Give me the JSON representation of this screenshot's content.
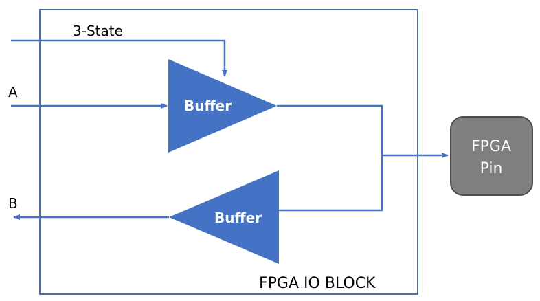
{
  "diagram": {
    "signals": {
      "three_state": "3-State",
      "a": "A",
      "b": "B"
    },
    "buffers": {
      "transmit": "Buffer",
      "receive": "Buffer"
    },
    "pin": {
      "line1": "FPGA",
      "line2": "Pin"
    },
    "block_label": "FPGA IO BLOCK",
    "colors": {
      "wire": "#4472c4",
      "buffer_fill": "#4472c4",
      "block_border": "#4a6fa5",
      "pin_fill": "#7f7f7f",
      "pin_border": "#4d4d4d"
    }
  }
}
